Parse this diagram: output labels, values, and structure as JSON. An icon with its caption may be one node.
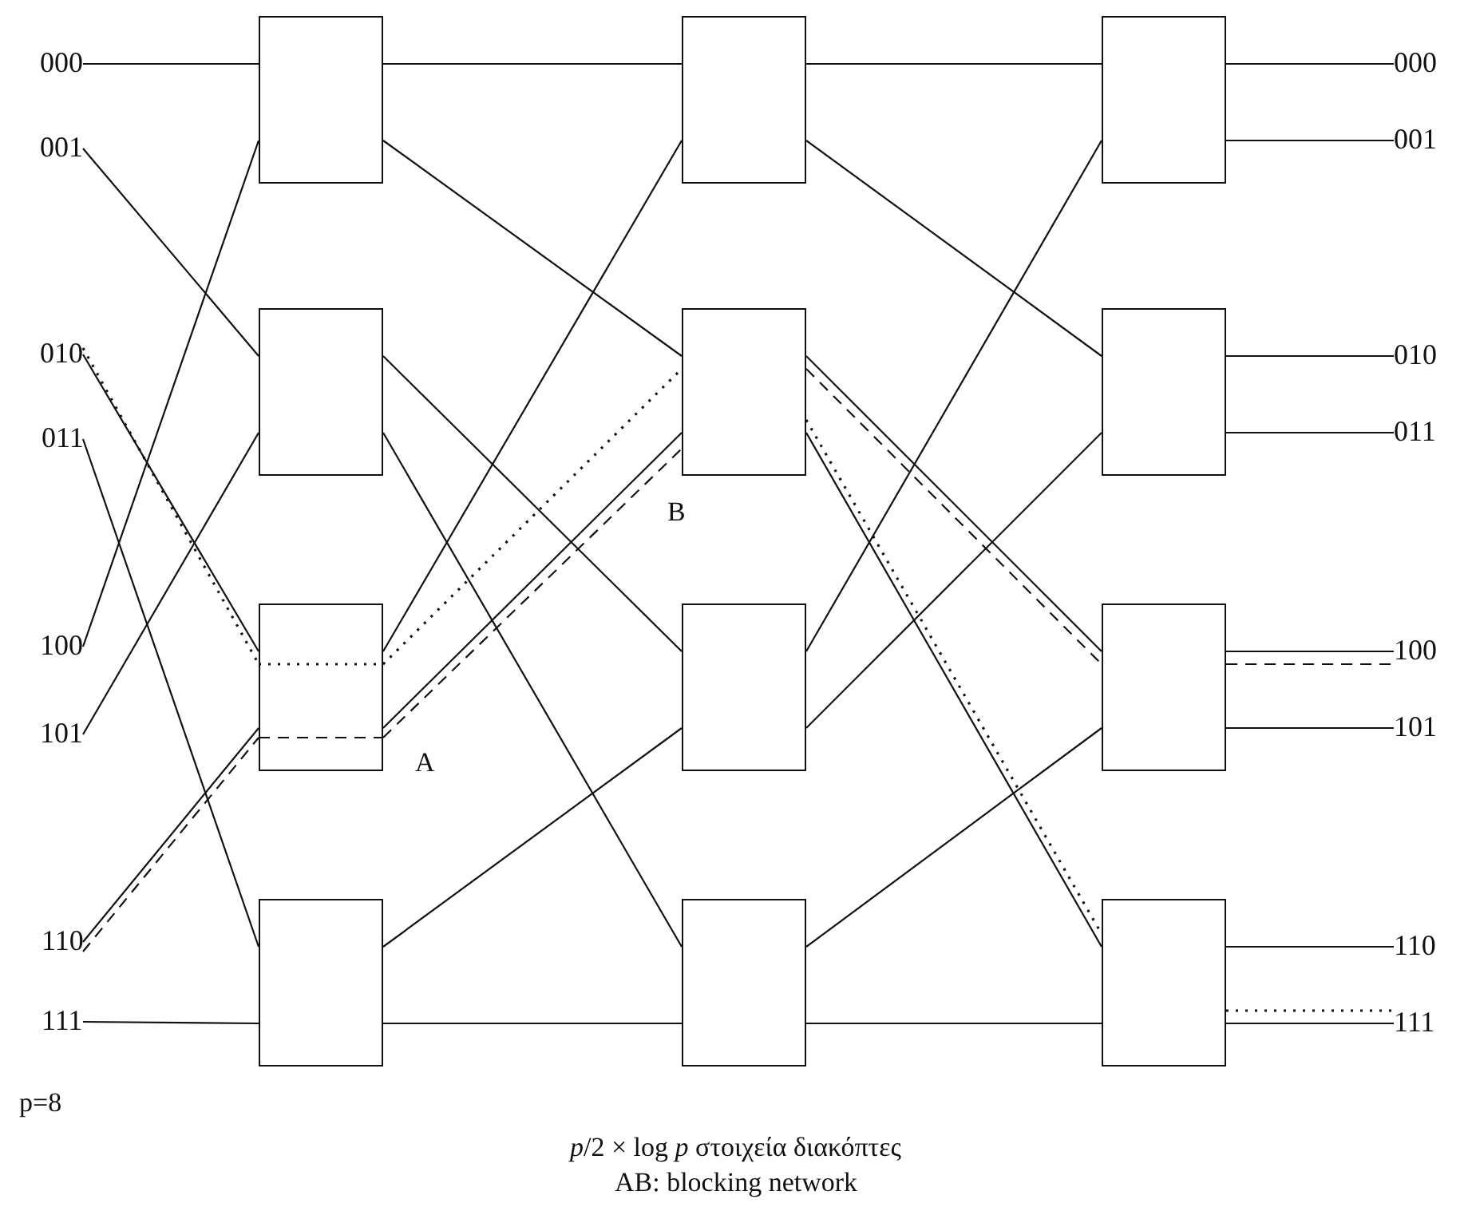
{
  "diagram": {
    "nodes": [
      {
        "text": [
          "000"
        ]
      },
      {
        "text": [
          "001"
        ]
      },
      {
        "text": [
          "010"
        ]
      },
      {
        "text": [
          "011"
        ]
      },
      {
        "text": [
          "100"
        ]
      },
      {
        "text": [
          "101"
        ]
      },
      {
        "text": [
          "110"
        ]
      },
      {
        "text": [
          "111"
        ]
      },
      {
        "text": [],
        "shape": "box"
      },
      {
        "text": [],
        "shape": "box"
      },
      {
        "text": [],
        "shape": "box"
      },
      {
        "text": [],
        "shape": "box"
      },
      {
        "text": [],
        "shape": "box"
      },
      {
        "text": [],
        "shape": "box"
      },
      {
        "text": [],
        "shape": "box"
      },
      {
        "text": [],
        "shape": "box"
      },
      {
        "text": [],
        "shape": "box"
      },
      {
        "text": [],
        "shape": "box"
      },
      {
        "text": [],
        "shape": "box"
      },
      {
        "text": [],
        "shape": "box"
      },
      {
        "text": [
          "000"
        ]
      },
      {
        "text": [
          "001"
        ]
      },
      {
        "text": [
          "010"
        ]
      },
      {
        "text": [
          "011"
        ]
      },
      {
        "text": [
          "100"
        ]
      },
      {
        "text": [
          "101"
        ]
      },
      {
        "text": [
          "110"
        ]
      },
      {
        "text": [
          "111"
        ]
      }
    ],
    "edges": [
      {
        "from": 0,
        "to": 8,
        "arrow": "none"
      },
      {
        "from": 1,
        "to": 9,
        "arrow": "none"
      },
      {
        "from": 2,
        "to": 10,
        "arrow": "none"
      },
      {
        "from": 3,
        "to": 11,
        "arrow": "none"
      },
      {
        "from": 4,
        "to": 8,
        "arrow": "none"
      },
      {
        "from": 5,
        "to": 9,
        "arrow": "none"
      },
      {
        "from": 6,
        "to": 10,
        "arrow": "none"
      },
      {
        "from": 7,
        "to": 11,
        "arrow": "none"
      },
      {
        "from": 8,
        "to": 12,
        "arrow": "none"
      },
      {
        "from": 8,
        "to": 13,
        "arrow": "none"
      },
      {
        "from": 9,
        "to": 14,
        "arrow": "none"
      },
      {
        "from": 9,
        "to": 15,
        "arrow": "none"
      },
      {
        "from": 10,
        "to": 12,
        "arrow": "none"
      },
      {
        "from": 10,
        "to": 13,
        "arrow": "none"
      },
      {
        "from": 11,
        "to": 14,
        "arrow": "none"
      },
      {
        "from": 11,
        "to": 15,
        "arrow": "none"
      },
      {
        "from": 12,
        "to": 16,
        "arrow": "none"
      },
      {
        "from": 12,
        "to": 17,
        "arrow": "none"
      },
      {
        "from": 13,
        "to": 18,
        "arrow": "none"
      },
      {
        "from": 13,
        "to": 19,
        "arrow": "none"
      },
      {
        "from": 14,
        "to": 16,
        "arrow": "none"
      },
      {
        "from": 14,
        "to": 17,
        "arrow": "none"
      },
      {
        "from": 15,
        "to": 18,
        "arrow": "none"
      },
      {
        "from": 15,
        "to": 19,
        "arrow": "none"
      },
      {
        "from": 16,
        "to": 20,
        "arrow": "none"
      },
      {
        "from": 16,
        "to": 21,
        "arrow": "none"
      },
      {
        "from": 17,
        "to": 22,
        "arrow": "none"
      },
      {
        "from": 17,
        "to": 23,
        "arrow": "none"
      },
      {
        "from": 18,
        "to": 24,
        "arrow": "none"
      },
      {
        "from": 18,
        "to": 25,
        "arrow": "none"
      },
      {
        "from": 19,
        "to": 26,
        "arrow": "none"
      },
      {
        "from": 19,
        "to": 27,
        "arrow": "none"
      },
      {
        "from": 2,
        "to": 10,
        "arrow": "none",
        "style": "dashed"
      },
      {
        "from": 10,
        "to": 13,
        "arrow": "none",
        "style": "dashed"
      },
      {
        "from": 13,
        "to": 19,
        "arrow": "none",
        "style": "dashed"
      },
      {
        "from": 19,
        "to": 27,
        "arrow": "none",
        "style": "dashed"
      },
      {
        "from": 6,
        "to": 10,
        "arrow": "none",
        "style": "dashed"
      },
      {
        "from": 10,
        "to": 13,
        "arrow": "none",
        "style": "dashed"
      },
      {
        "from": 13,
        "to": 18,
        "arrow": "none",
        "style": "dashed"
      },
      {
        "from": 18,
        "to": 24,
        "arrow": "none",
        "style": "dashed"
      }
    ],
    "labels": [
      "B",
      "A",
      "p=8",
      "*p*/2 × log *p* στοιχεία διακόπτες",
      "AB: blocking network"
    ]
  }
}
